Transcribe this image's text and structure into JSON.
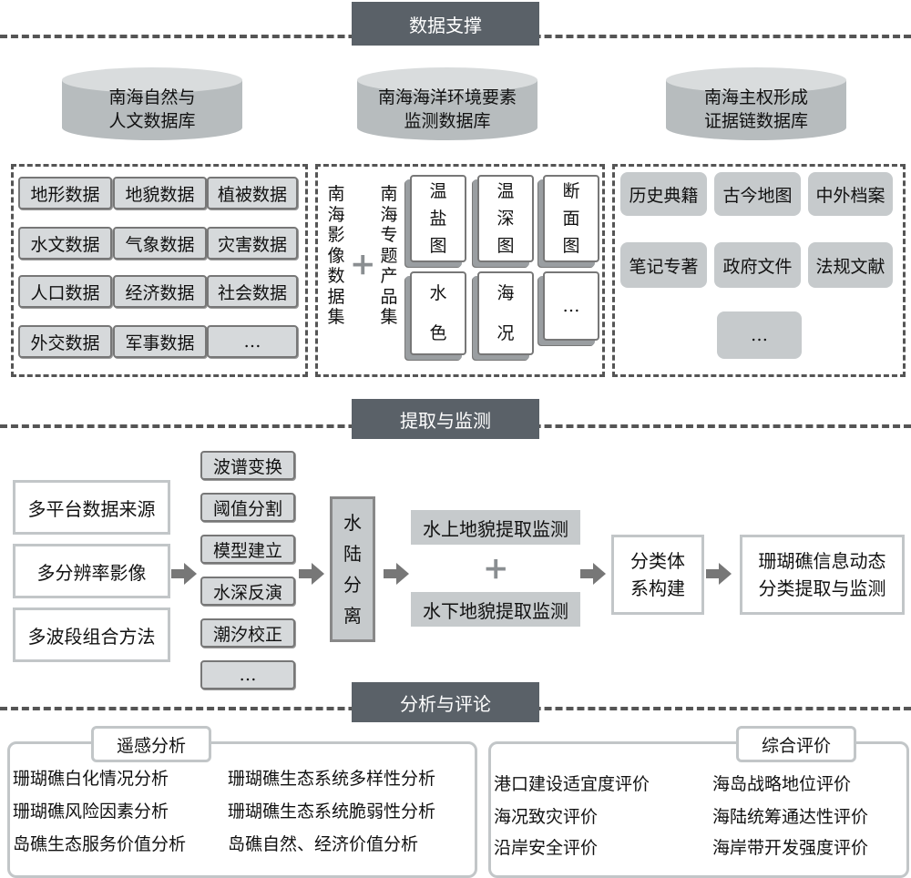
{
  "sections": {
    "data_support": "数据支撑",
    "extract_monitor": "提取与监测",
    "analysis_review": "分析与评论"
  },
  "databases": {
    "natural_human": {
      "line1": "南海自然与",
      "line2": "人文数据库"
    },
    "ocean_env": {
      "line1": "南海海洋环境要素",
      "line2": "监测数据库"
    },
    "sovereignty": {
      "line1": "南海主权形成",
      "line2": "证据链数据库"
    }
  },
  "data_items": [
    "地形数据",
    "地貌数据",
    "植被数据",
    "水文数据",
    "气象数据",
    "灾害数据",
    "人口数据",
    "经济数据",
    "社会数据",
    "外交数据",
    "军事数据",
    "…"
  ],
  "imagery_dataset": "南海影像数据集",
  "thematic_products": "南海专题产品集",
  "product_cards": [
    {
      "chars": [
        "温",
        "盐",
        "图"
      ]
    },
    {
      "chars": [
        "温",
        "深",
        "图"
      ]
    },
    {
      "chars": [
        "断",
        "面",
        "图"
      ]
    },
    {
      "chars": [
        "水",
        "色"
      ]
    },
    {
      "chars": [
        "海",
        "况"
      ]
    },
    {
      "chars": [
        "…"
      ]
    }
  ],
  "evidence_items": [
    "历史典籍",
    "古今地图",
    "中外档案",
    "笔记专著",
    "政府文件",
    "法规文献",
    "…"
  ],
  "sources": [
    "多平台数据来源",
    "多分辨率影像",
    "多波段组合方法"
  ],
  "methods": [
    "波谱变换",
    "阈值分割",
    "模型建立",
    "水深反演",
    "潮汐校正",
    "…"
  ],
  "land_water": [
    "水",
    "陆",
    "分",
    "离"
  ],
  "above_water": "水上地貌提取监测",
  "below_water": "水下地貌提取监测",
  "classification": {
    "line1": "分类体",
    "line2": "系构建"
  },
  "result": {
    "line1": "珊瑚礁信息动态",
    "line2": "分类提取与监测"
  },
  "remote_sensing": {
    "title": "遥感分析",
    "left": [
      "珊瑚礁白化情况分析",
      "珊瑚礁风险因素分析",
      "岛礁生态服务价值分析"
    ],
    "right": [
      "珊瑚礁生态系统多样性分析",
      "珊瑚礁生态系统脆弱性分析",
      "岛礁自然、经济价值分析"
    ]
  },
  "evaluation": {
    "title": "综合评价",
    "left": [
      "港口建设适宜度评价",
      "海况致灾评价",
      "沿岸安全评价"
    ],
    "right": [
      "海岛战略地位评价",
      "海陆统筹通达性评价",
      "海岸带开发强度评价"
    ]
  },
  "plus_sign": "+"
}
